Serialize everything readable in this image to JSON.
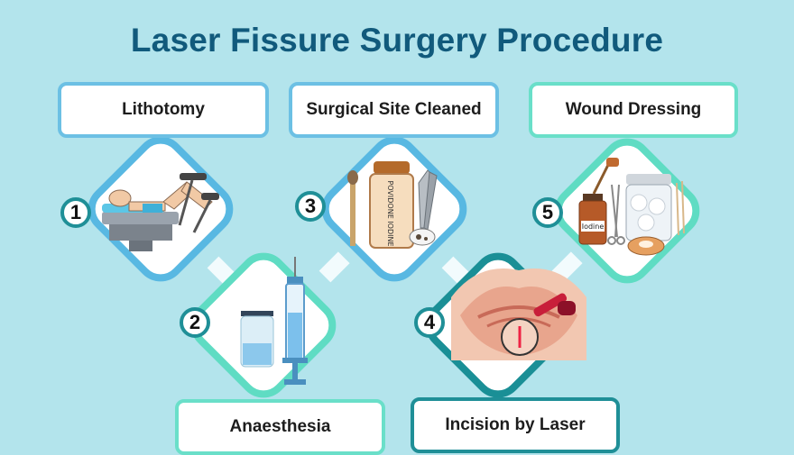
{
  "title": "Laser Fissure Surgery Procedure",
  "steps": [
    {
      "number": "1",
      "label": "Lithotomy",
      "color": "#58b8e2"
    },
    {
      "number": "2",
      "label": "Anaesthesia",
      "color": "#5fdcc3"
    },
    {
      "number": "3",
      "label": "Surgical Site Cleaned",
      "color": "#58b8e2"
    },
    {
      "number": "4",
      "label": "Incision by Laser",
      "color": "#1a8f96"
    },
    {
      "number": "5",
      "label": "Wound Dressing",
      "color": "#5fdcc3"
    }
  ],
  "illustrations": {
    "step3_bottle_text": "POVIDONE IODINE",
    "step5_bottle_text": "Iodine"
  }
}
